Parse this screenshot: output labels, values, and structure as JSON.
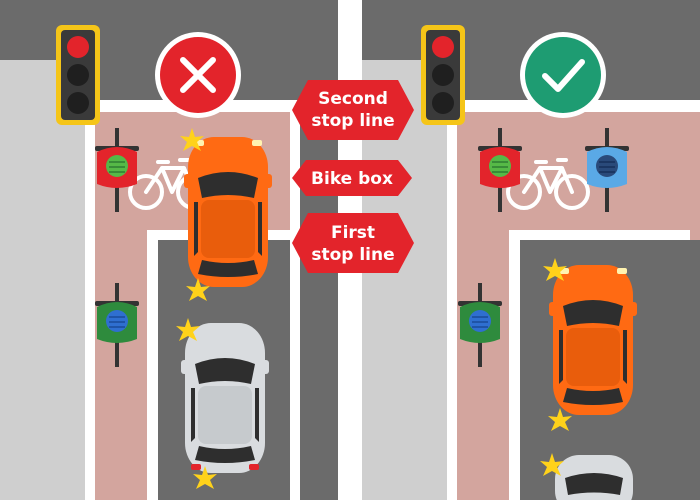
{
  "colors": {
    "road": "#6b6b6b",
    "sidewalk": "#cfcfcf",
    "bike_lane": "#d3a59e",
    "line": "#ffffff",
    "label": "#e3242b",
    "wrong": "#e3242b",
    "right": "#1e9c72",
    "signal_frame": "#f5c518",
    "car_orange": "#ff6a13",
    "car_silver": "#d9dcdf"
  },
  "icons": {
    "wrong": "cross-mark-icon",
    "right": "check-mark-icon",
    "wrong_glyph": "✕",
    "right_glyph": "✓"
  },
  "labels": {
    "second_line_1": "Second",
    "second_line_2": "stop line",
    "bike_box": "Bike box",
    "first_line_1": "First",
    "first_line_2": "stop line"
  }
}
